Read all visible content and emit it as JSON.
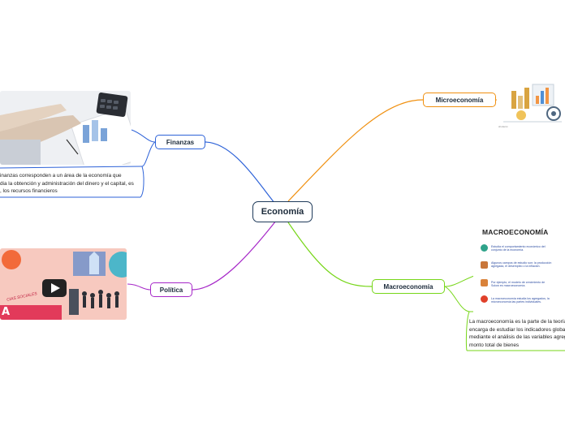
{
  "central": {
    "label": "Economía"
  },
  "branches": {
    "finanzas": {
      "label": "Finanzas",
      "color": "#2d62d8",
      "text_lines": [
        "inanzas corresponden a un área de la economía que",
        "dia la obtención y administración del dinero y el capital, es",
        ", los recursos financieros"
      ],
      "image": {
        "subject": "hands-with-calculator-and-charts"
      }
    },
    "politica": {
      "label": "Política",
      "color": "#a628c8",
      "image": {
        "subject": "video-thumbnail",
        "banner": "A POLÍTICA",
        "small_text": "CIAS SOCIALES",
        "play_icon": "play-icon"
      }
    },
    "microeconomia": {
      "label": "Microeconomía",
      "color": "#f09010",
      "image": {
        "subject": "business-icons-illustration",
        "caption": "shutterst"
      }
    },
    "macroeconomia": {
      "label": "Macroeconomía",
      "color": "#77d619",
      "text_lines": [
        "La macroeconomía es la parte de la teoría",
        "encarga de estudiar los indicadores global",
        "mediante el análisis de las variables agreg",
        "monto total de bienes"
      ],
      "infographic": {
        "title": "MACROECONOMÍA",
        "rows": [
          {
            "icon": "globe-icon",
            "color": "#2fa38a",
            "text": "Estudia el comportamiento económico del conjunto de la economía."
          },
          {
            "icon": "chart-icon",
            "color": "#c8763a",
            "text": "Algunos campos de estudio son: la producción agregada, el desempleo o la inflación."
          },
          {
            "icon": "document-icon",
            "color": "#d9823a",
            "text": "Por ejemplo, el modelo de crecimiento de Solow es macroeconomía."
          },
          {
            "icon": "pie-icon",
            "color": "#e0402a",
            "text": "La macroeconomía estudia los agregados, la microeconomía las partes individuales."
          }
        ]
      }
    }
  }
}
